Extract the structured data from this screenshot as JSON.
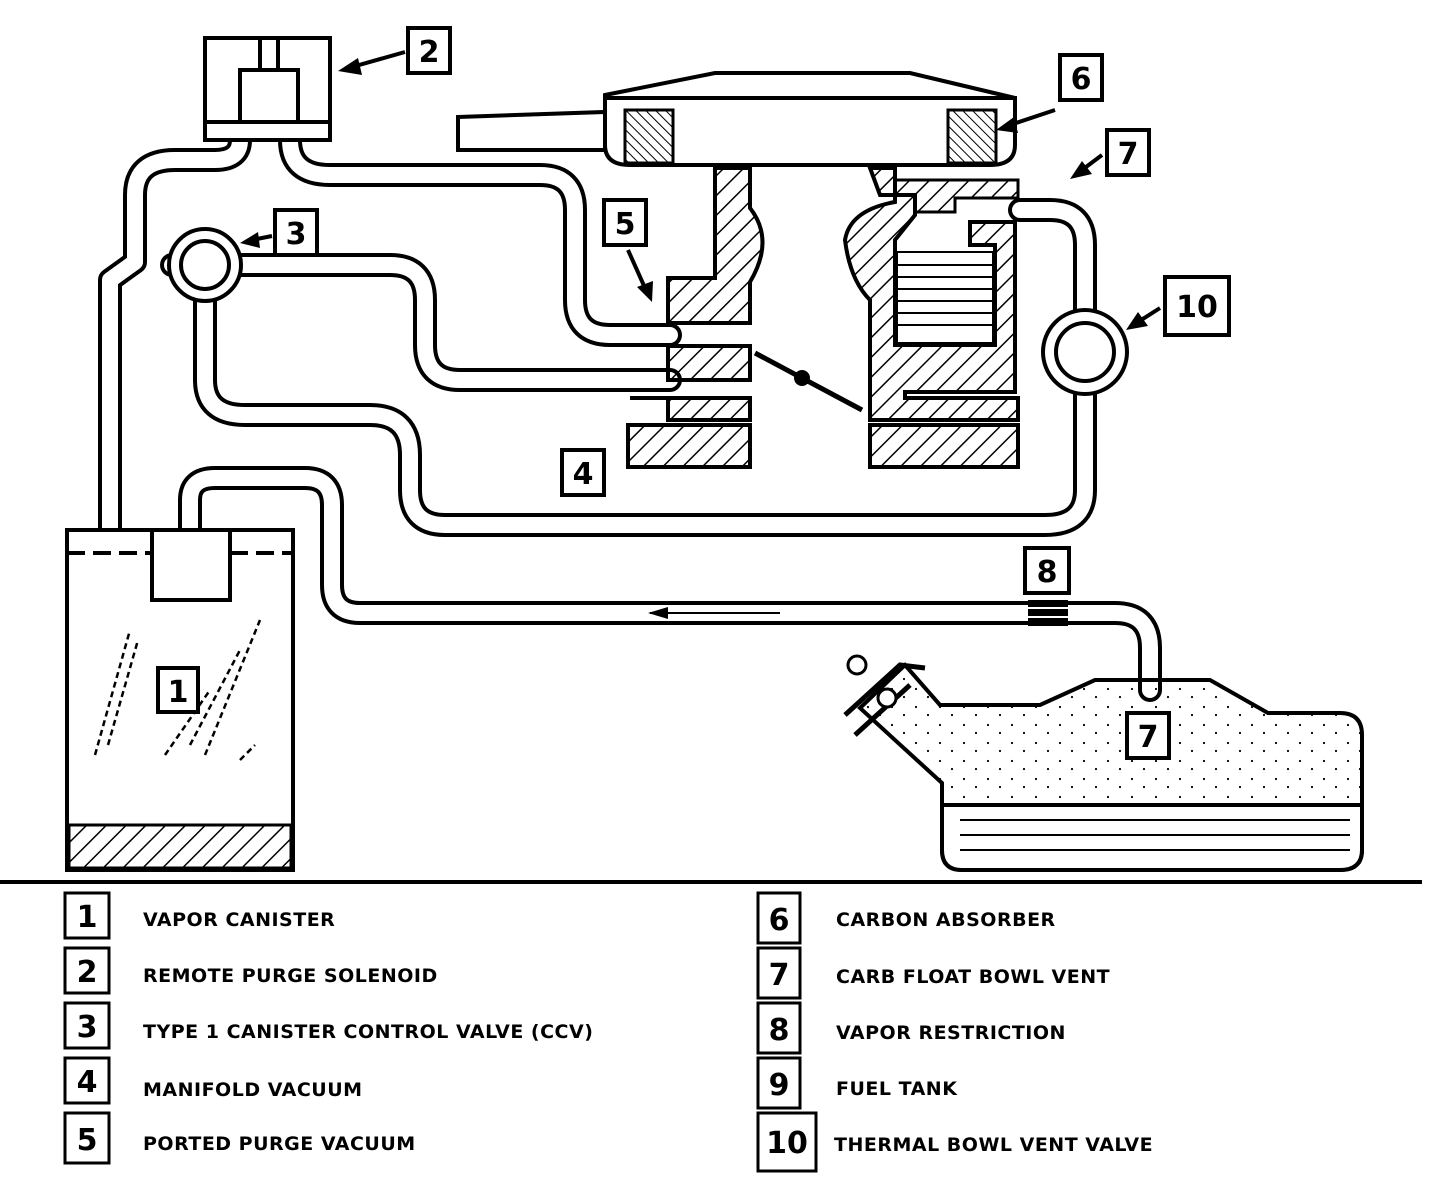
{
  "diagram": {
    "callouts": {
      "c1": "1",
      "c2": "2",
      "c3": "3",
      "c4": "4",
      "c5": "5",
      "c6": "6",
      "c7_carb": "7",
      "c7_tank": "7",
      "c8": "8",
      "c10": "10"
    }
  },
  "legend": {
    "left": [
      {
        "num": "1",
        "label": "VAPOR CANISTER"
      },
      {
        "num": "2",
        "label": "REMOTE PURGE SOLENOID"
      },
      {
        "num": "3",
        "label": "TYPE 1 CANISTER CONTROL VALVE (CCV)"
      },
      {
        "num": "4",
        "label": "MANIFOLD VACUUM"
      },
      {
        "num": "5",
        "label": "PORTED PURGE VACUUM"
      }
    ],
    "right": [
      {
        "num": "6",
        "label": "CARBON ABSORBER"
      },
      {
        "num": "7",
        "label": "CARB FLOAT BOWL VENT"
      },
      {
        "num": "8",
        "label": "VAPOR RESTRICTION"
      },
      {
        "num": "9",
        "label": "FUEL TANK"
      },
      {
        "num": "10",
        "label": "THERMAL BOWL VENT VALVE"
      }
    ]
  }
}
